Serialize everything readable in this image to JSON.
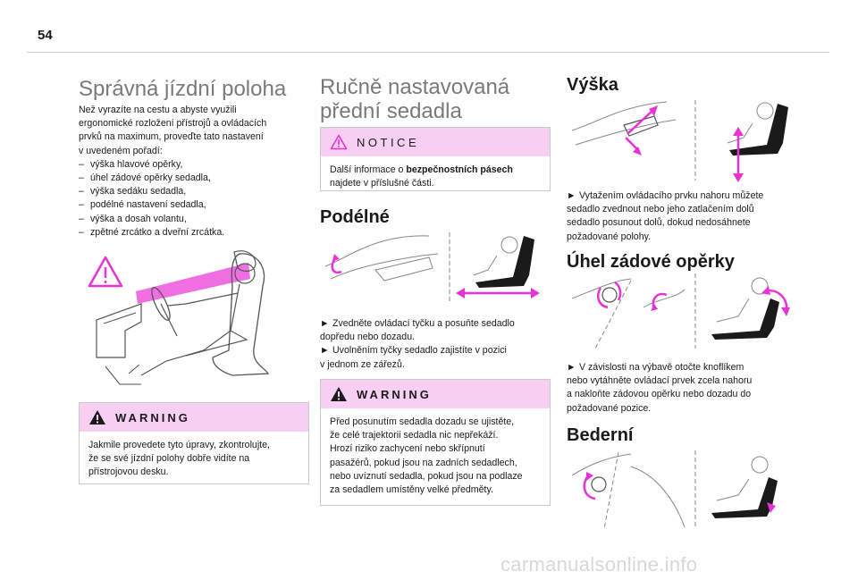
{
  "page": {
    "number": "54"
  },
  "col1": {
    "title": "Správná jízdní poloha",
    "intro": [
      "Než vyrazíte na cestu a abyste využili",
      "ergonomické rozložení přístrojů a ovládacích",
      "prvků na maximum, proveďte tato nastavení",
      "v uvedeném pořadí:"
    ],
    "list": [
      "výška hlavové opěrky,",
      "úhel zádové opěrky sedadla,",
      "výška sedáku sedadla,",
      "podélné nastavení sedadla,",
      "výška a dosah volantu,",
      "zpětné zrcátko a dveřní zrcátka."
    ],
    "list_marker": "–",
    "warning": {
      "label": "WARNING",
      "lines": [
        "Jakmile provedete tyto úpravy, zkontrolujte,",
        "že se své jízdní polohy dobře vidíte na",
        "přístrojovou desku."
      ]
    }
  },
  "col2": {
    "title_lines": [
      "Ručně nastavovaná",
      "přední sedadla"
    ],
    "notice": {
      "label": "NOTICE",
      "line1_pre": "Další informace o ",
      "line1_bold": "bezpečnostních pásech",
      "line2": "najdete v příslušné části."
    },
    "section": "Podélné",
    "steps": [
      {
        "marker": "►",
        "lines": [
          "Zvedněte ovládací tyčku a posuňte sedadlo",
          "dopředu nebo dozadu."
        ]
      },
      {
        "marker": "►",
        "lines": [
          "Uvolněním tyčky sedadlo zajistíte v pozici",
          "v jednom ze zářezů."
        ]
      }
    ],
    "warning": {
      "label": "WARNING",
      "lines": [
        "Před posunutím sedadla dozadu se ujistěte,",
        "že celé trajektorii sedadla nic nepřekáží.",
        "Hrozí riziko zachycení nebo skřípnutí",
        "pasažérů, pokud jsou na zadních sedadlech,",
        "nebo uvíznutí sedadla, pokud jsou na podlaze",
        "za sedadlem umístěny velké předměty."
      ]
    }
  },
  "col3": {
    "vyska": {
      "title": "Výška",
      "marker": "►",
      "lines": [
        "Vytažením ovládacího prvku nahoru můžete",
        "sedadlo zvednout nebo jeho zatlačením dolů",
        "sedadlo posunout dolů, dokud nedosáhnete",
        "požadované polohy."
      ]
    },
    "uhel": {
      "title": "Úhel zádové opěrky",
      "marker": "►",
      "lines": [
        "V závislosti na výbavě otočte knoflíkem",
        "nebo vytáhněte ovládací prvek zcela nahoru",
        "a nakloňte zádovou opěrku nebo dozadu do",
        "požadované pozice."
      ]
    },
    "bederni": {
      "title": "Bederní"
    }
  },
  "watermark": "carmanualsonline.info",
  "colors": {
    "accent": "#e832d6",
    "box_head": "#f7cff3",
    "title_gray": "#7a7a7a"
  }
}
